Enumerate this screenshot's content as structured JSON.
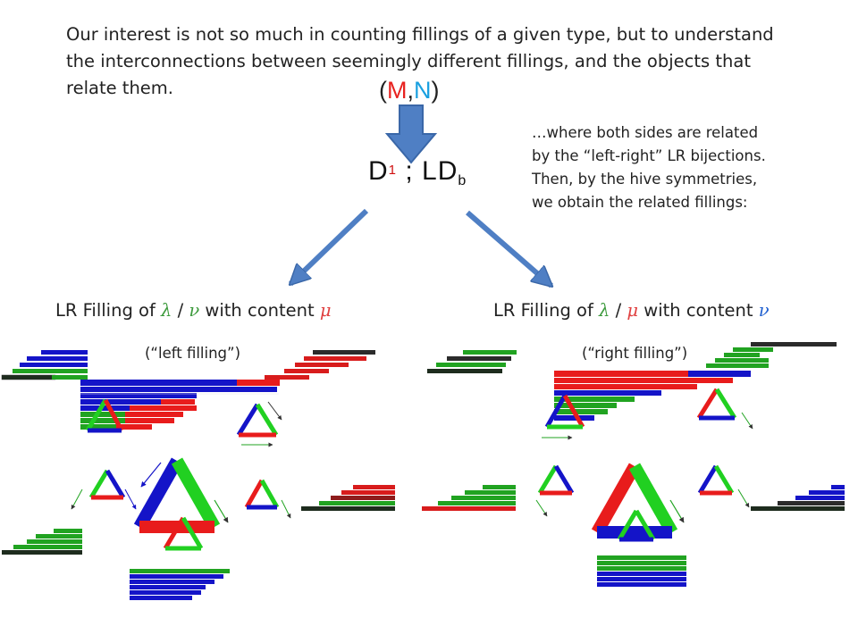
{
  "intro_text": "Our interest is not so much in counting fillings of a given type, but to understand the interconnections between seemingly different fillings, and the objects that relate them.",
  "pair": {
    "open": "(",
    "m": "M",
    "comma": ",",
    "n": "N",
    "close": ")"
  },
  "formula": {
    "d1": "D",
    "sup1": "1",
    "mid": " ; LD",
    "sub2": "b"
  },
  "note": {
    "line1": "…where both sides are related",
    "line2": "by the “left-right” LR bijections.",
    "line3": "Then, by the hive symmetries,",
    "line4": "we obtain the related fillings:"
  },
  "left": {
    "prefix": "LR Filling of",
    "sym1": "λ",
    "slash": "/",
    "sym2": "ν",
    "with": "with content",
    "sym3": "μ",
    "sublabel": "(“left filling”)"
  },
  "right": {
    "prefix": "LR Filling of",
    "sym1": "λ",
    "slash": "/",
    "sym2": "μ",
    "with": "with content",
    "sym3": "ν",
    "sublabel": "(“right filling”)"
  },
  "colors": {
    "arrow": "#4f7fc4",
    "red": "#e81c1c",
    "green": "#2ed82e",
    "blue": "#1414c8",
    "dark": "#2a2a2a"
  }
}
